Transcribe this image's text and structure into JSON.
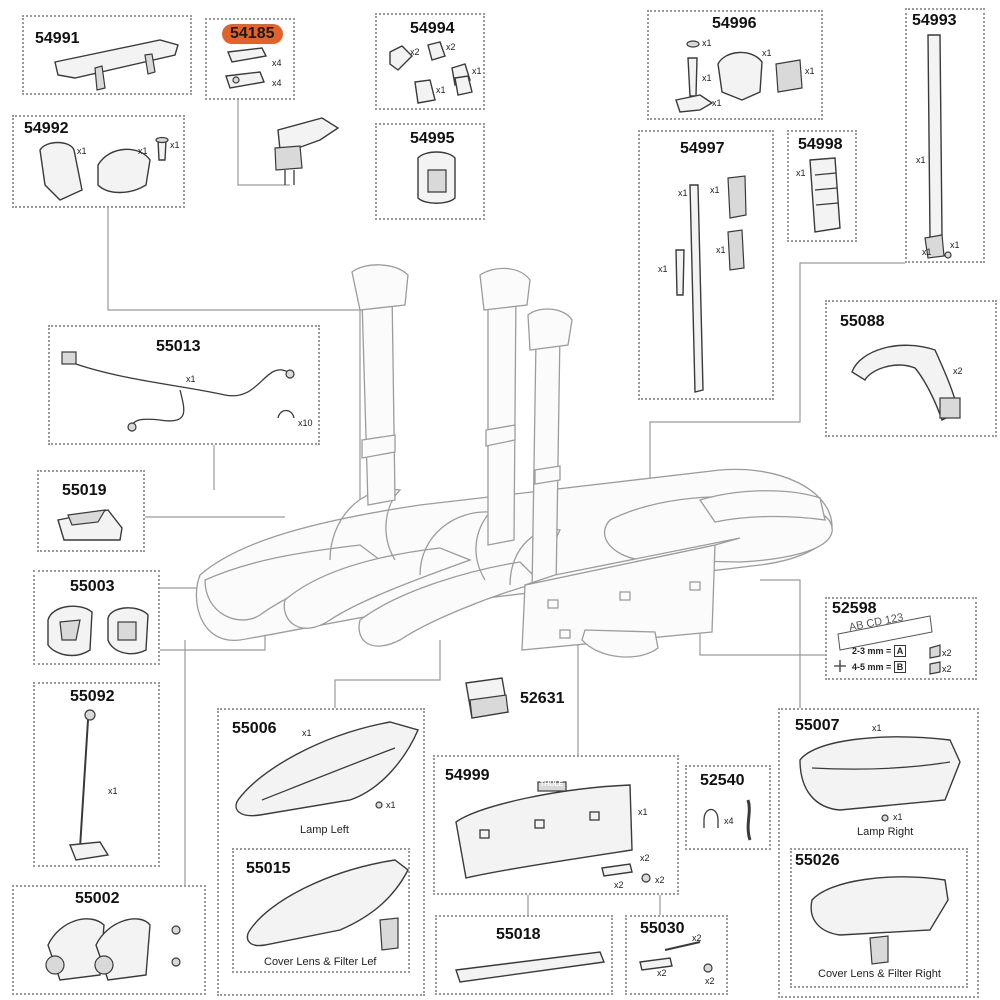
{
  "parts": [
    {
      "id": "p54991",
      "number": "54991",
      "qty": []
    },
    {
      "id": "p54185",
      "number": "54185",
      "qty": [
        "x4",
        "x4"
      ],
      "highlight_color": "#e2622b"
    },
    {
      "id": "p54994",
      "number": "54994",
      "qty": [
        "x2",
        "x2",
        "x1",
        "x1"
      ]
    },
    {
      "id": "p54995",
      "number": "54995",
      "qty": []
    },
    {
      "id": "p54996",
      "number": "54996",
      "qty": [
        "x1",
        "x1",
        "x1",
        "x1",
        "x1"
      ]
    },
    {
      "id": "p54993",
      "number": "54993",
      "qty": [
        "x1",
        "x1",
        "x1"
      ]
    },
    {
      "id": "p54992",
      "number": "54992",
      "qty": [
        "x1",
        "x1",
        "x1"
      ]
    },
    {
      "id": "p54997",
      "number": "54997",
      "qty": [
        "x1",
        "x1",
        "x1",
        "x1"
      ]
    },
    {
      "id": "p54998",
      "number": "54998",
      "qty": [
        "x1"
      ]
    },
    {
      "id": "p55013",
      "number": "55013",
      "qty": [
        "x1",
        "x10"
      ]
    },
    {
      "id": "p55088",
      "number": "55088",
      "qty": [
        "x2"
      ]
    },
    {
      "id": "p55019",
      "number": "55019",
      "qty": []
    },
    {
      "id": "p55003",
      "number": "55003",
      "qty": []
    },
    {
      "id": "p52598",
      "number": "52598",
      "qty": [
        "x2",
        "x2"
      ],
      "plate_text": "AB CD 123",
      "line_a": "2-3 mm =",
      "letter_a": "A",
      "line_b": "4-5 mm =",
      "letter_b": "B"
    },
    {
      "id": "p55092",
      "number": "55092",
      "qty": [
        "x1"
      ]
    },
    {
      "id": "p52631",
      "number": "52631",
      "qty": []
    },
    {
      "id": "p55006",
      "number": "55006",
      "qty": [
        "x1",
        "x1"
      ],
      "caption": "Lamp Left"
    },
    {
      "id": "p55007",
      "number": "55007",
      "qty": [
        "x1",
        "x1"
      ],
      "caption": "Lamp Right"
    },
    {
      "id": "p54999",
      "number": "54999",
      "qty": [
        "x1",
        "x2",
        "x2",
        "x2"
      ],
      "brand": "THULE"
    },
    {
      "id": "p52540",
      "number": "52540",
      "qty": [
        "x4"
      ]
    },
    {
      "id": "p55015",
      "number": "55015",
      "qty": [],
      "caption": "Cover Lens & Filter Lef"
    },
    {
      "id": "p55026",
      "number": "55026",
      "qty": [],
      "caption": "Cover Lens & Filter Right"
    },
    {
      "id": "p55002",
      "number": "55002",
      "qty": []
    },
    {
      "id": "p55018",
      "number": "55018",
      "qty": []
    },
    {
      "id": "p55030",
      "number": "55030",
      "qty": [
        "x2",
        "x2",
        "x2"
      ]
    }
  ],
  "colors": {
    "highlight": "#e2622b",
    "line": "#9a9a9a",
    "ink": "#1a1a1a"
  }
}
